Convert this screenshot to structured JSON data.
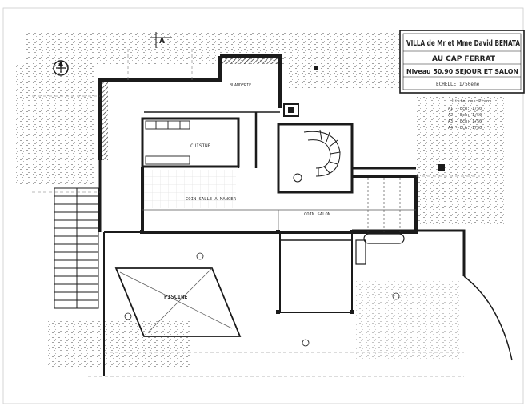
{
  "title_block": {
    "line1": "VILLA de Mr et Mme David BENATA",
    "line2": "AU CAP FERRAT",
    "line3": "Niveau 50.90 SEJOUR ET SALON",
    "scale": "ECHELLE 1/50eme"
  },
  "section_marker": "A",
  "rooms": {
    "cuisine": "CUISINE",
    "salle_manger": "COIN SALLE A MANGER",
    "salon": "COIN SALON",
    "piscine": "PISCINE",
    "buanderie": "BUANDERIE"
  },
  "legend": {
    "heading": "Liste des Plans",
    "items": [
      "A1 - Ech: 1/50",
      "A2 - Ech: 1/50",
      "A3 - Ech: 1/50",
      "A4 - Ech: 1/50"
    ]
  },
  "colors": {
    "ink": "#1b1b1b",
    "paper": "#ffffff",
    "hatch": "#3a3a3a"
  },
  "icons": {
    "north": "north-arrow-icon",
    "stair": "stair-icon"
  }
}
